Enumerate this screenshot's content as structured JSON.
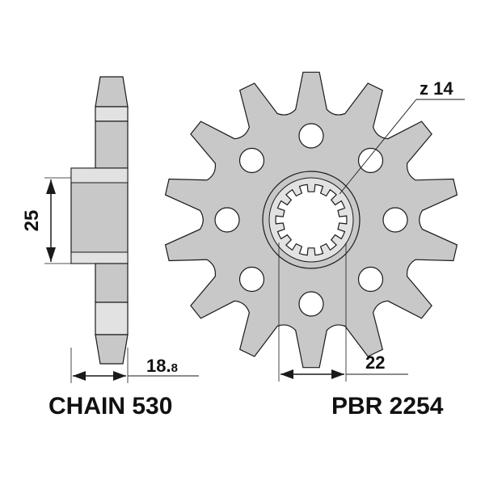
{
  "labels": {
    "teeth": "z 14",
    "hub_height": "25",
    "hub_width_main": "18.",
    "hub_width_sub": "8",
    "bore": "22",
    "chain": "CHAIN 530",
    "part_number": "PBR 2254"
  },
  "sprocket": {
    "teeth_count": 14,
    "bolt_holes": 8,
    "spline_count": 14
  },
  "colors": {
    "metal": "#c8c8c8",
    "metal_light": "#e2e2e2",
    "metal_dark": "#9a9a9a",
    "outline": "#1a1a1a",
    "text": "#111111"
  }
}
